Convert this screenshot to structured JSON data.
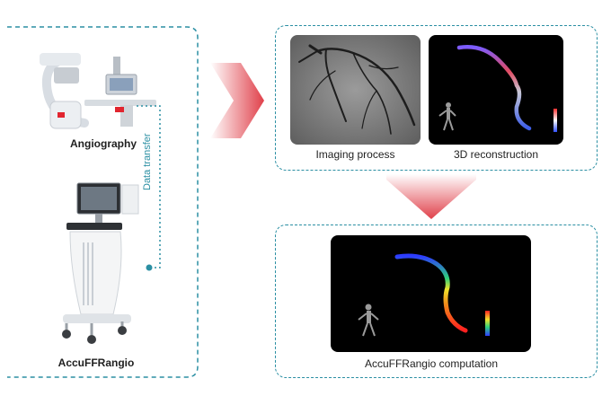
{
  "left_panel": {
    "angiography_label": "Angiography",
    "accuffrangio_label": "AccuFFRangio",
    "data_transfer_label": "Data transfer"
  },
  "top_right_panel": {
    "imaging_label": "Imaging process",
    "reconstruction_label": "3D reconstruction"
  },
  "bottom_right_panel": {
    "computation_label": "AccuFFRangio computation"
  },
  "colors": {
    "panel_border": "#2b8fa3",
    "arrow": "#e0404a",
    "data_line": "#2b8fa3"
  }
}
